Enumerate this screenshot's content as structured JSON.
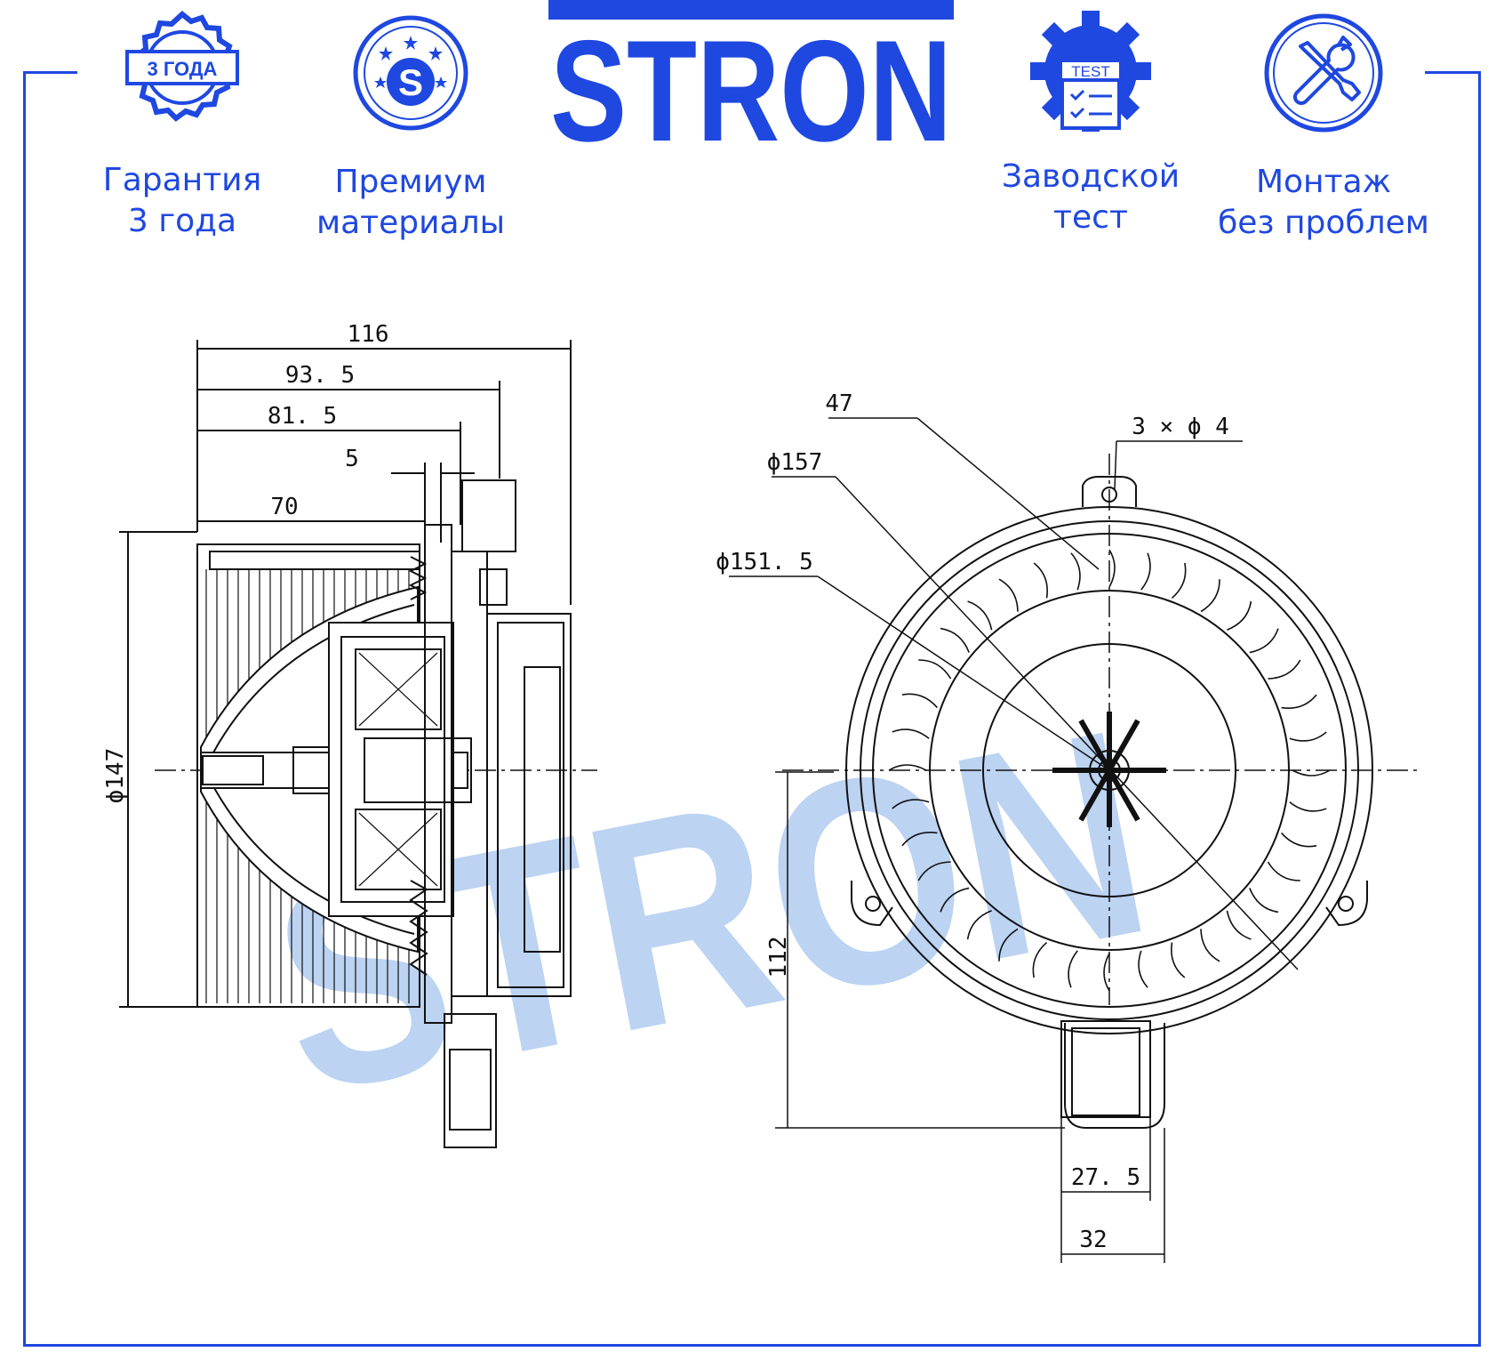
{
  "brand": {
    "name": "STRON",
    "color": "#1f48e0",
    "watermark_color": "#bcd3f2"
  },
  "badges": [
    {
      "icon": "warranty-seal-icon",
      "icon_text": "3 ГОДА",
      "line1": "Гарантия",
      "line2": "3 года"
    },
    {
      "icon": "premium-star-s-icon",
      "icon_text": "S",
      "line1": "Премиум",
      "line2": "материалы"
    },
    {
      "icon": "factory-test-gear-icon",
      "icon_text": "TEST",
      "line1": "Заводской",
      "line2": "тест"
    },
    {
      "icon": "tools-wrench-screwdriver-icon",
      "line1": "Монтаж",
      "line2": "без проблем"
    }
  ],
  "side_view": {
    "dim_116": "116",
    "dim_93_5": "93. 5",
    "dim_81_5": "81. 5",
    "dim_5": "5",
    "dim_70": "70",
    "dim_diam_147": "ϕ147"
  },
  "front_view": {
    "dim_47": "47",
    "dim_3x4": "3 × ϕ 4",
    "dim_diam_157": "ϕ157",
    "dim_diam_151_5": "ϕ151. 5",
    "dim_112": "112",
    "dim_27_5": "27. 5",
    "dim_32": "32"
  }
}
